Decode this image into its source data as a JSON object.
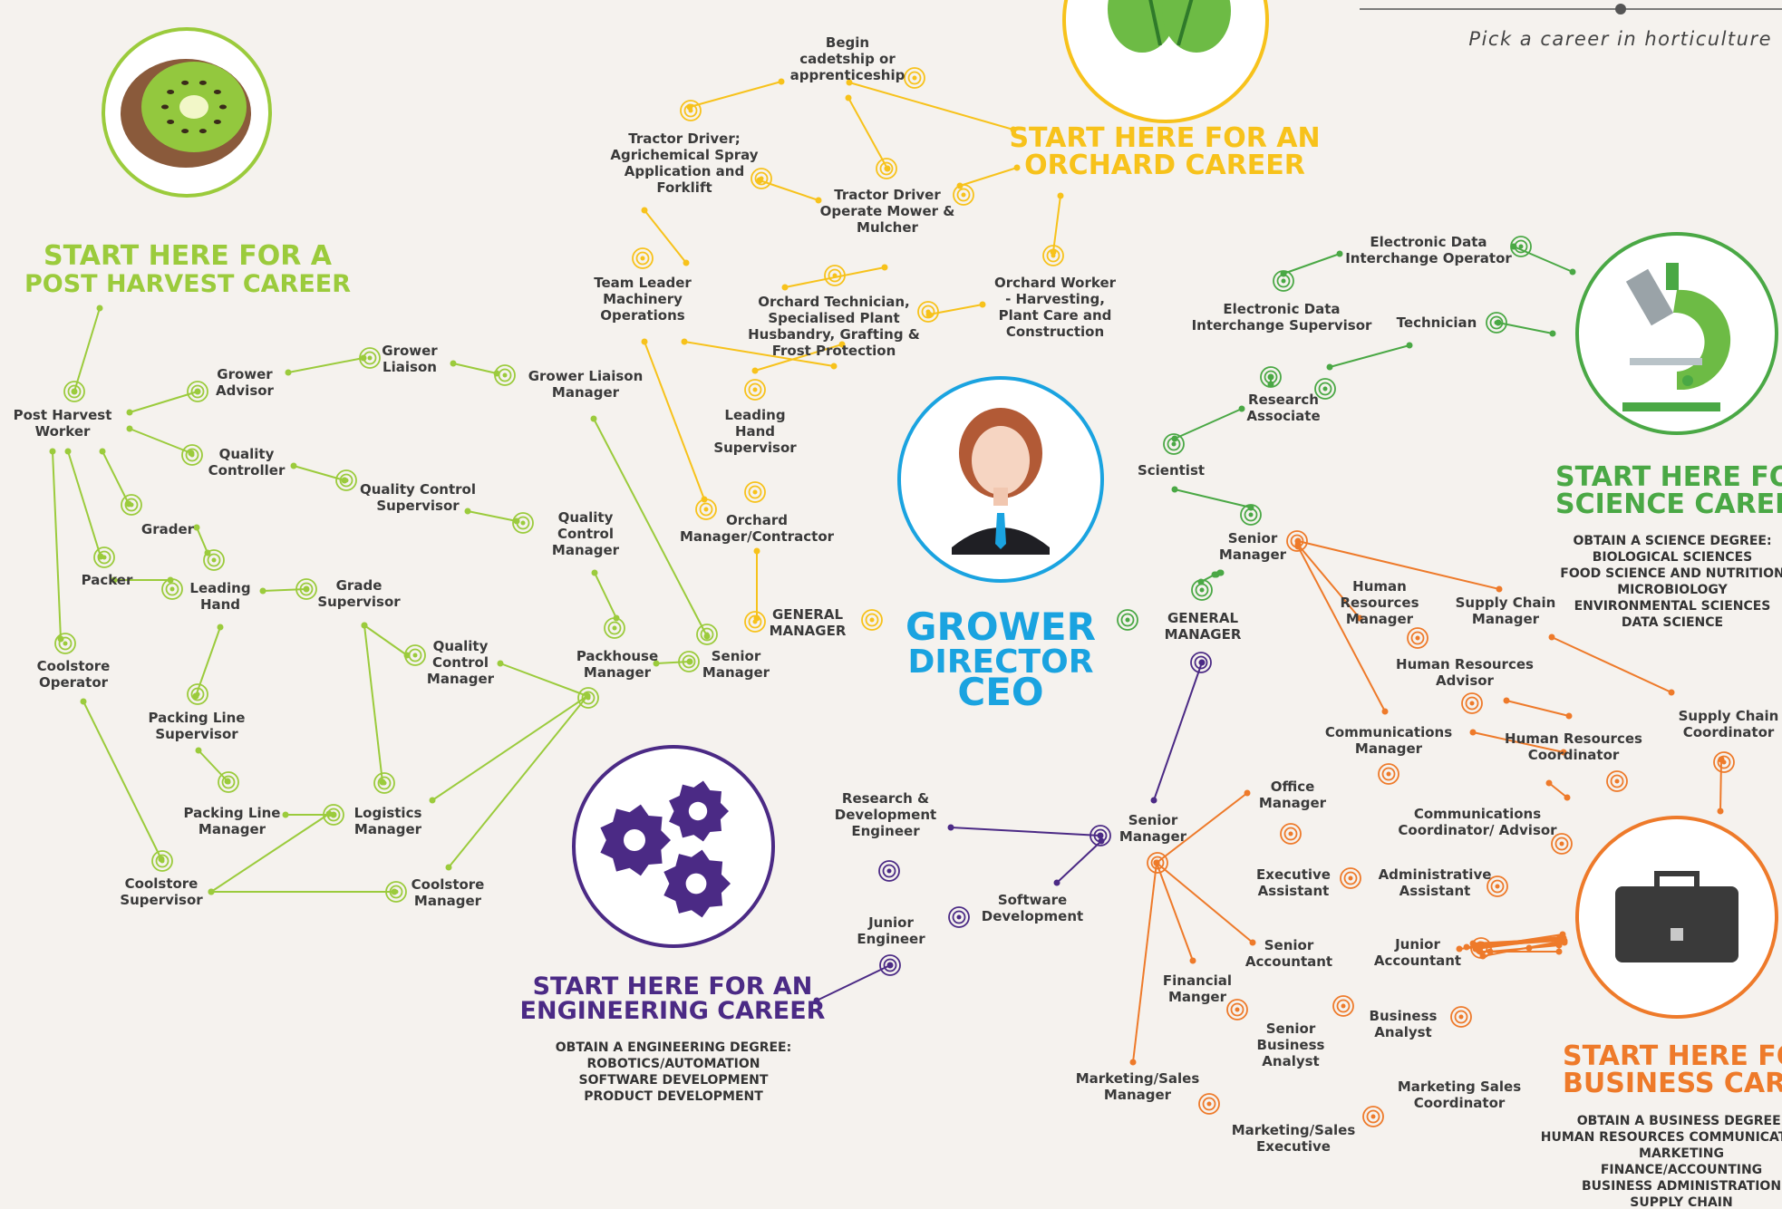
{
  "tagline": "Pick a career in horticulture",
  "center": {
    "line1": "GROWER",
    "line2": "DIRECTOR",
    "line3": "CEO"
  },
  "post_harvest": {
    "title1": "START HERE FOR A",
    "title2": "POST HARVEST CAREER",
    "nodes": {
      "worker": [
        "Post Harvest",
        "Worker"
      ],
      "grower_advisor": [
        "Grower",
        "Advisor"
      ],
      "grower_liaison": [
        "Grower",
        "Liaison"
      ],
      "grower_liaison_mgr": [
        "Grower Liaison",
        "Manager"
      ],
      "quality_controller": [
        "Quality",
        "Controller"
      ],
      "qc_supervisor": [
        "Quality Control",
        "Supervisor"
      ],
      "grader": [
        "Grader"
      ],
      "packer": [
        "Packer"
      ],
      "leading_hand": [
        "Leading",
        "Hand"
      ],
      "grade_supervisor": [
        "Grade",
        "Supervisor"
      ],
      "qc_manager": [
        "Quality",
        "Control",
        "Manager"
      ],
      "quality_control_manager": [
        "Quality",
        "Control",
        "Manager"
      ],
      "packhouse_manager": [
        "Packhouse",
        "Manager"
      ],
      "senior_manager": [
        "Senior",
        "Manager"
      ],
      "coolstore_operator": [
        "Coolstore",
        "Operator"
      ],
      "packing_line_supervisor": [
        "Packing Line",
        "Supervisor"
      ],
      "packing_line_manager": [
        "Packing Line",
        "Manager"
      ],
      "logistics_manager": [
        "Logistics",
        "Manager"
      ],
      "coolstore_supervisor": [
        "Coolstore",
        "Supervisor"
      ],
      "coolstore_manager": [
        "Coolstore",
        "Manager"
      ]
    }
  },
  "orchard": {
    "title1": "START HERE FOR AN",
    "title2": "ORCHARD CAREER",
    "nodes": {
      "cadetship": [
        "Begin",
        "cadetship or",
        "apprenticeship"
      ],
      "tractor_spray": [
        "Tractor Driver;",
        "Agrichemical Spray",
        "Application and",
        "Forklift"
      ],
      "tractor_mower": [
        "Tractor Driver",
        "Operate Mower &",
        "Mulcher"
      ],
      "team_leader": [
        "Team Leader",
        "Machinery",
        "Operations"
      ],
      "orchard_technician": [
        "Orchard Technician,",
        "Specialised Plant",
        "Husbandry, Grafting &",
        "Frost Protection"
      ],
      "orchard_worker": [
        "Orchard Worker",
        "- Harvesting,",
        "Plant Care and",
        "Construction"
      ],
      "leading_hand_sup": [
        "Leading",
        "Hand",
        "Supervisor"
      ],
      "orchard_manager": [
        "Orchard",
        "Manager/Contractor"
      ],
      "general_manager": [
        "GENERAL",
        "MANAGER"
      ]
    }
  },
  "science": {
    "title1": "START HERE FOR A",
    "title2": "SCIENCE CAREER",
    "degree": [
      "OBTAIN A SCIENCE DEGREE:",
      "BIOLOGICAL SCIENCES",
      "FOOD SCIENCE AND NUTRITION",
      "MICROBIOLOGY",
      "ENVIRONMENTAL SCIENCES",
      "DATA SCIENCE"
    ],
    "nodes": {
      "edi_operator": [
        "Electronic Data",
        "Interchange Operator"
      ],
      "edi_supervisor": [
        "Electronic Data",
        "Interchange Supervisor"
      ],
      "technician": [
        "Technician"
      ],
      "research_associate": [
        "Research",
        "Associate"
      ],
      "scientist": [
        "Scientist"
      ],
      "senior_manager": [
        "Senior",
        "Manager"
      ],
      "general_manager": [
        "GENERAL",
        "MANAGER"
      ]
    }
  },
  "engineering": {
    "title1": "START HERE FOR AN",
    "title2": "ENGINEERING CAREER",
    "degree": [
      "OBTAIN A ENGINEERING DEGREE:",
      "ROBOTICS/AUTOMATION",
      "SOFTWARE DEVELOPMENT",
      "PRODUCT DEVELOPMENT"
    ],
    "nodes": {
      "rd_engineer": [
        "Research &",
        "Development",
        "Engineer"
      ],
      "software_dev": [
        "Software",
        "Development"
      ],
      "junior_engineer": [
        "Junior",
        "Engineer"
      ],
      "senior_manager": [
        "Senior",
        "Manager"
      ]
    }
  },
  "business": {
    "title1": "START HERE FOR A",
    "title2": "BUSINESS CAREER",
    "degree": [
      "OBTAIN A BUSINESS DEGREE:",
      "HUMAN RESOURCES COMMUNICATIONS",
      "MARKETING",
      "FINANCE/ACCOUNTING",
      "BUSINESS ADMINISTRATION",
      "SUPPLY CHAIN"
    ],
    "nodes": {
      "hr_manager": [
        "Human",
        "Resources",
        "Manager"
      ],
      "supply_chain_manager": [
        "Supply Chain",
        "Manager"
      ],
      "hr_advisor": [
        "Human Resources",
        "Advisor"
      ],
      "supply_chain_coordinator": [
        "Supply Chain",
        "Coordinator"
      ],
      "hr_coordinator": [
        "Human Resources",
        "Coordinator"
      ],
      "comms_manager": [
        "Communications",
        "Manager"
      ],
      "comms_coordinator": [
        "Communications",
        "Coordinator/ Advisor"
      ],
      "office_manager": [
        "Office",
        "Manager"
      ],
      "exec_assistant": [
        "Executive",
        "Assistant"
      ],
      "admin_assistant": [
        "Administrative",
        "Assistant"
      ],
      "senior_accountant": [
        "Senior",
        "Accountant"
      ],
      "junior_accountant": [
        "Junior",
        "Accountant"
      ],
      "financial_manager": [
        "Financial",
        "Manger"
      ],
      "senior_business_analyst": [
        "Senior",
        "Business",
        "Analyst"
      ],
      "business_analyst": [
        "Business",
        "Analyst"
      ],
      "marketing_manager": [
        "Marketing/Sales",
        "Manager"
      ],
      "marketing_coordinator": [
        "Marketing Sales",
        "Coordinator"
      ],
      "marketing_executive": [
        "Marketing/Sales",
        "Executive"
      ]
    }
  },
  "colors": {
    "post_harvest": "#9bcb3c",
    "orchard": "#f7c21b",
    "science": "#4aa845",
    "engineering": "#4b2a85",
    "business": "#ee7a2a",
    "center": "#1aa3e0"
  },
  "icons": [
    "kiwi-icon",
    "leaf-icon",
    "microscope-icon",
    "gears-icon",
    "briefcase-icon",
    "person-icon"
  ]
}
